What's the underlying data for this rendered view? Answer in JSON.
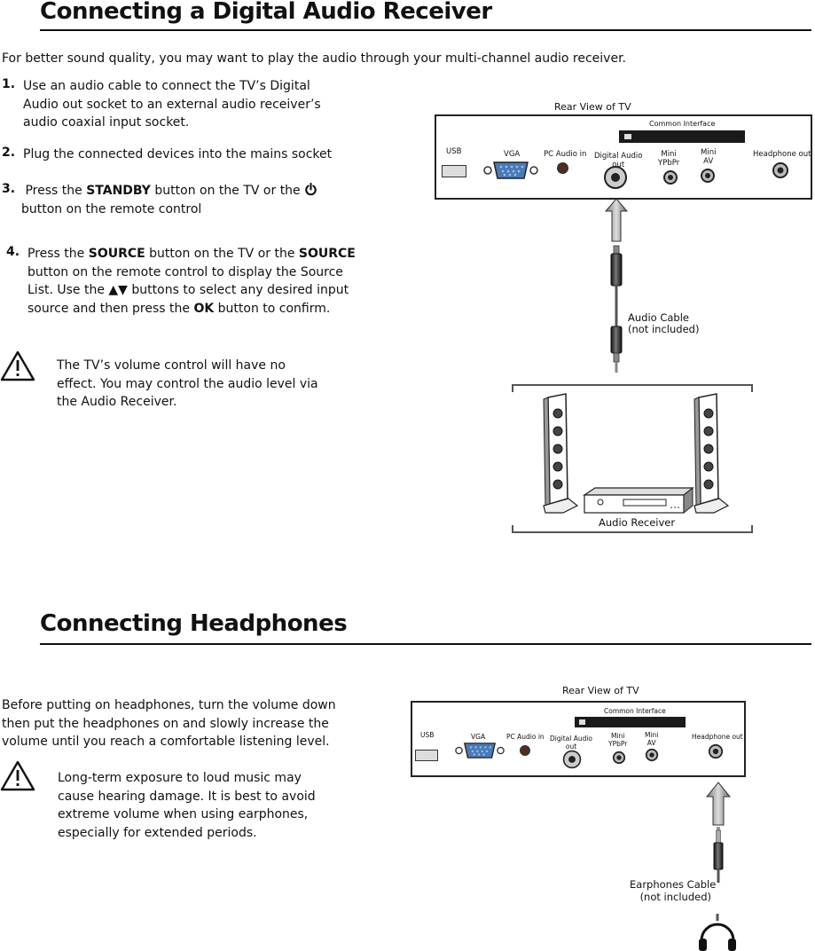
{
  "section1": {
    "title": "Connecting a Digital Audio Receiver",
    "intro": "For better sound quality, you may want to play the audio through your multi-channel audio receiver.",
    "steps": [
      {
        "num": "1.",
        "text": "Use an audio cable to connect the TV’s Digital Audio out socket to an external audio receiver’s audio coaxial input socket."
      },
      {
        "num": "2.",
        "text": "Plug the connected devices into the mains socket"
      },
      {
        "num": "3.",
        "pre": "Press the ",
        "bold1": "STANDBY",
        "mid": " button  on  the TV or the ",
        "post": " button on the remote control"
      },
      {
        "num": "4.",
        "pre": "Press the ",
        "bold1": "SOURCE",
        "mid1": " button on the  TV or the ",
        "bold2": "SOURCE",
        "mid2": " button on the remote control to  display  the  Source List. Use the ",
        "arrows": "▲▼",
        "mid3": " buttons to select any desired input source  and then press the ",
        "bold3": "OK",
        "post": "  button to confirm."
      }
    ],
    "warning": "The TV’s volume control will have no effect. You may control the audio level via the Audio Receiver.",
    "diagram": {
      "rear_view": "Rear View of TV",
      "common_interface": "Common Interface",
      "ports": {
        "usb": "USB",
        "vga": "VGA",
        "pc_audio": "PC Audio in",
        "digital_audio_1": "Digital  Audio",
        "digital_audio_2": "out",
        "mini_ypbpr_1": "Mini",
        "mini_ypbpr_2": "YPbPr",
        "mini_av_1": "Mini",
        "mini_av_2": "AV",
        "headphone": "Headphone out"
      },
      "cable_1": "Audio Cable",
      "cable_2": "(not included)",
      "receiver": "Audio Receiver"
    }
  },
  "section2": {
    "title": "Connecting Headphones",
    "intro": "Before putting on headphones, turn the volume down then put the headphones on and slowly increase the volume until you reach a comfortable listening level.",
    "warning": "Long-term exposure to loud music may cause hearing damage. It is best to avoid extreme volume when using earphones, especially for extended periods.",
    "diagram": {
      "rear_view": "Rear View of TV",
      "common_interface": "Common Interface",
      "ports": {
        "usb": "USB",
        "vga": "VGA",
        "pc_audio": "PC Audio in",
        "digital_audio_1": "Digital  Audio",
        "digital_audio_2": "out",
        "mini_ypbpr_1": "Mini",
        "mini_ypbpr_2": "YPbPr",
        "mini_av_1": "Mini",
        "mini_av_2": "AV",
        "headphone": "Headphone out"
      },
      "cable_1": "Earphones Cable",
      "cable_2": "(not included)"
    }
  },
  "icons": [
    "warning-icon",
    "power-icon",
    "headphones-icon"
  ]
}
